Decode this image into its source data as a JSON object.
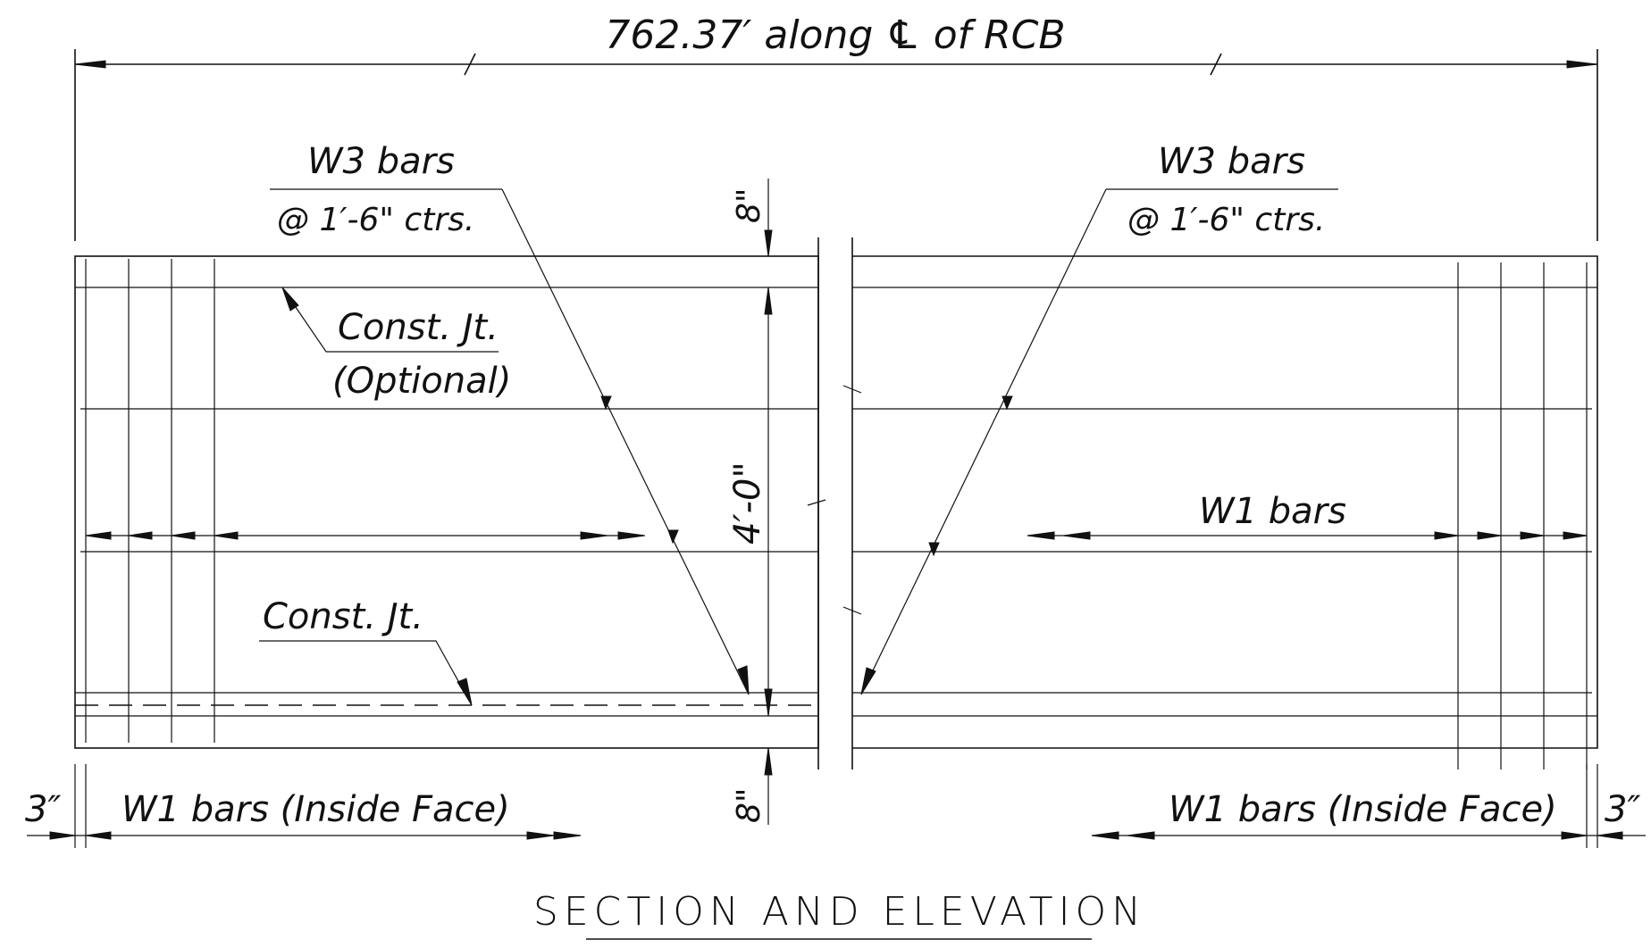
{
  "drawing": {
    "overall_dimension": "762.37′ along ℄ of RCB",
    "title": "SECTION AND ELEVATION",
    "w3_left": {
      "line1": "W3  bars",
      "line2": "@ 1′-6\" ctrs."
    },
    "w3_right": {
      "line1": "W3  bars",
      "line2": "@ 1′-6\" ctrs."
    },
    "const_jt_optional": {
      "line1": "Const. Jt.",
      "line2": "(Optional)"
    },
    "const_jt": "Const. Jt.",
    "top_slab_thickness": "8\"",
    "bottom_slab_thickness": "8\"",
    "height": "4′-0\"",
    "w1_bars": "W1  bars",
    "w1_inside_left": "W1  bars (Inside Face)",
    "w1_inside_right": "W1  bars (Inside Face)",
    "cover_left": "3″",
    "cover_right": "3″"
  }
}
